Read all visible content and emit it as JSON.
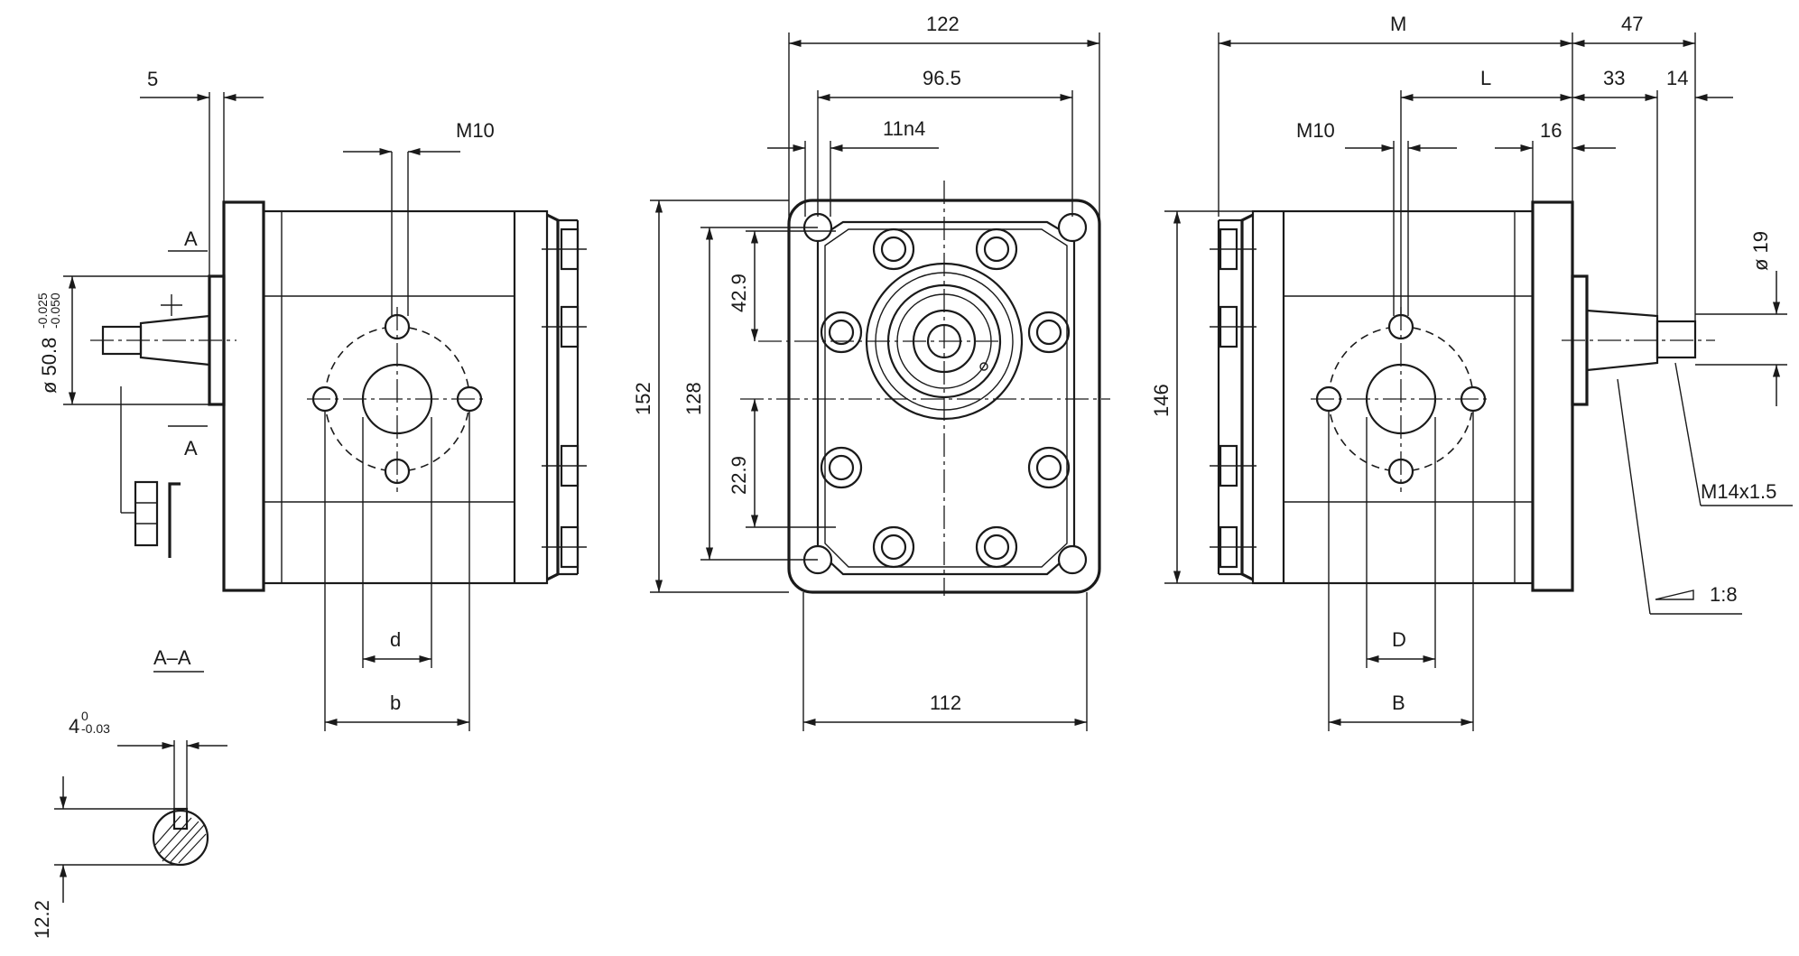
{
  "left_view": {
    "dim_flange": "5",
    "dim_port_thread": "M10",
    "dim_shaft_dia": "ø 50.8",
    "dim_shaft_tol_upper": "-0.025",
    "dim_shaft_tol_lower": "-0.050",
    "dim_port_small": "d",
    "dim_port_bolt": "b",
    "section_mark": "A",
    "section_mark_bottom": "A"
  },
  "section": {
    "title": "A–A",
    "dim_key": "4",
    "dim_key_tol_upper": "0",
    "dim_key_tol_lower": "-0.03",
    "dim_height": "12.2"
  },
  "front_view": {
    "dim_width": "122",
    "dim_bolt_spacing": "96.5",
    "dim_holes": "11n4",
    "dim_height": "152",
    "dim_inner_height": "128",
    "dim_upper": "42.9",
    "dim_lower": "22.9",
    "dim_base": "112"
  },
  "right_view": {
    "dim_total": "M",
    "dim_47": "47",
    "dim_l": "L",
    "dim_33": "33",
    "dim_14": "14",
    "dim_port_thread": "M10",
    "dim_16": "16",
    "dim_shaft_dia": "ø 19",
    "dim_height": "146",
    "dim_thread": "M14x1.5",
    "dim_taper": "1:8",
    "dim_port_small": "D",
    "dim_port_bolt": "B"
  }
}
